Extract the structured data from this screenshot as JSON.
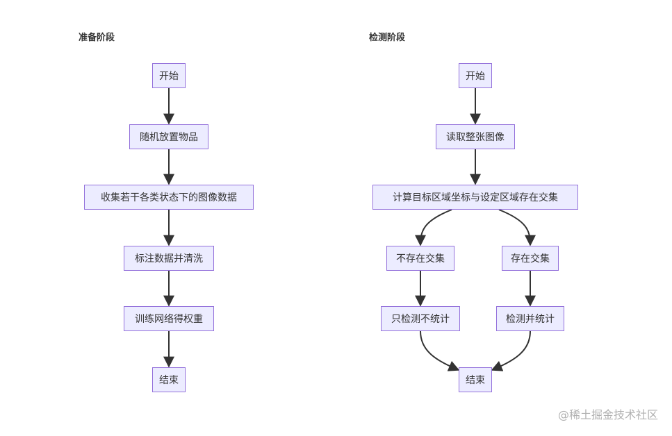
{
  "colors": {
    "node_fill": "#ececff",
    "node_border": "#9370db",
    "edge": "#333333",
    "text": "#333333",
    "watermark": "#b0b0b0"
  },
  "prep": {
    "title": "准备阶段",
    "nodes": {
      "start": "开始",
      "place": "随机放置物品",
      "collect": "收集若干各类状态下的图像数据",
      "annotate": "标注数据并清洗",
      "train": "训练网络得权重",
      "end": "结束"
    }
  },
  "detect": {
    "title": "检测阶段",
    "nodes": {
      "start": "开始",
      "read": "读取整张图像",
      "compute": "计算目标区域坐标与设定区域存在交集",
      "no_overlap": "不存在交集",
      "overlap": "存在交集",
      "detect_only": "只检测不统计",
      "detect_count": "检测并统计",
      "end": "结束"
    }
  },
  "watermark": "@稀土掘金技术社区"
}
